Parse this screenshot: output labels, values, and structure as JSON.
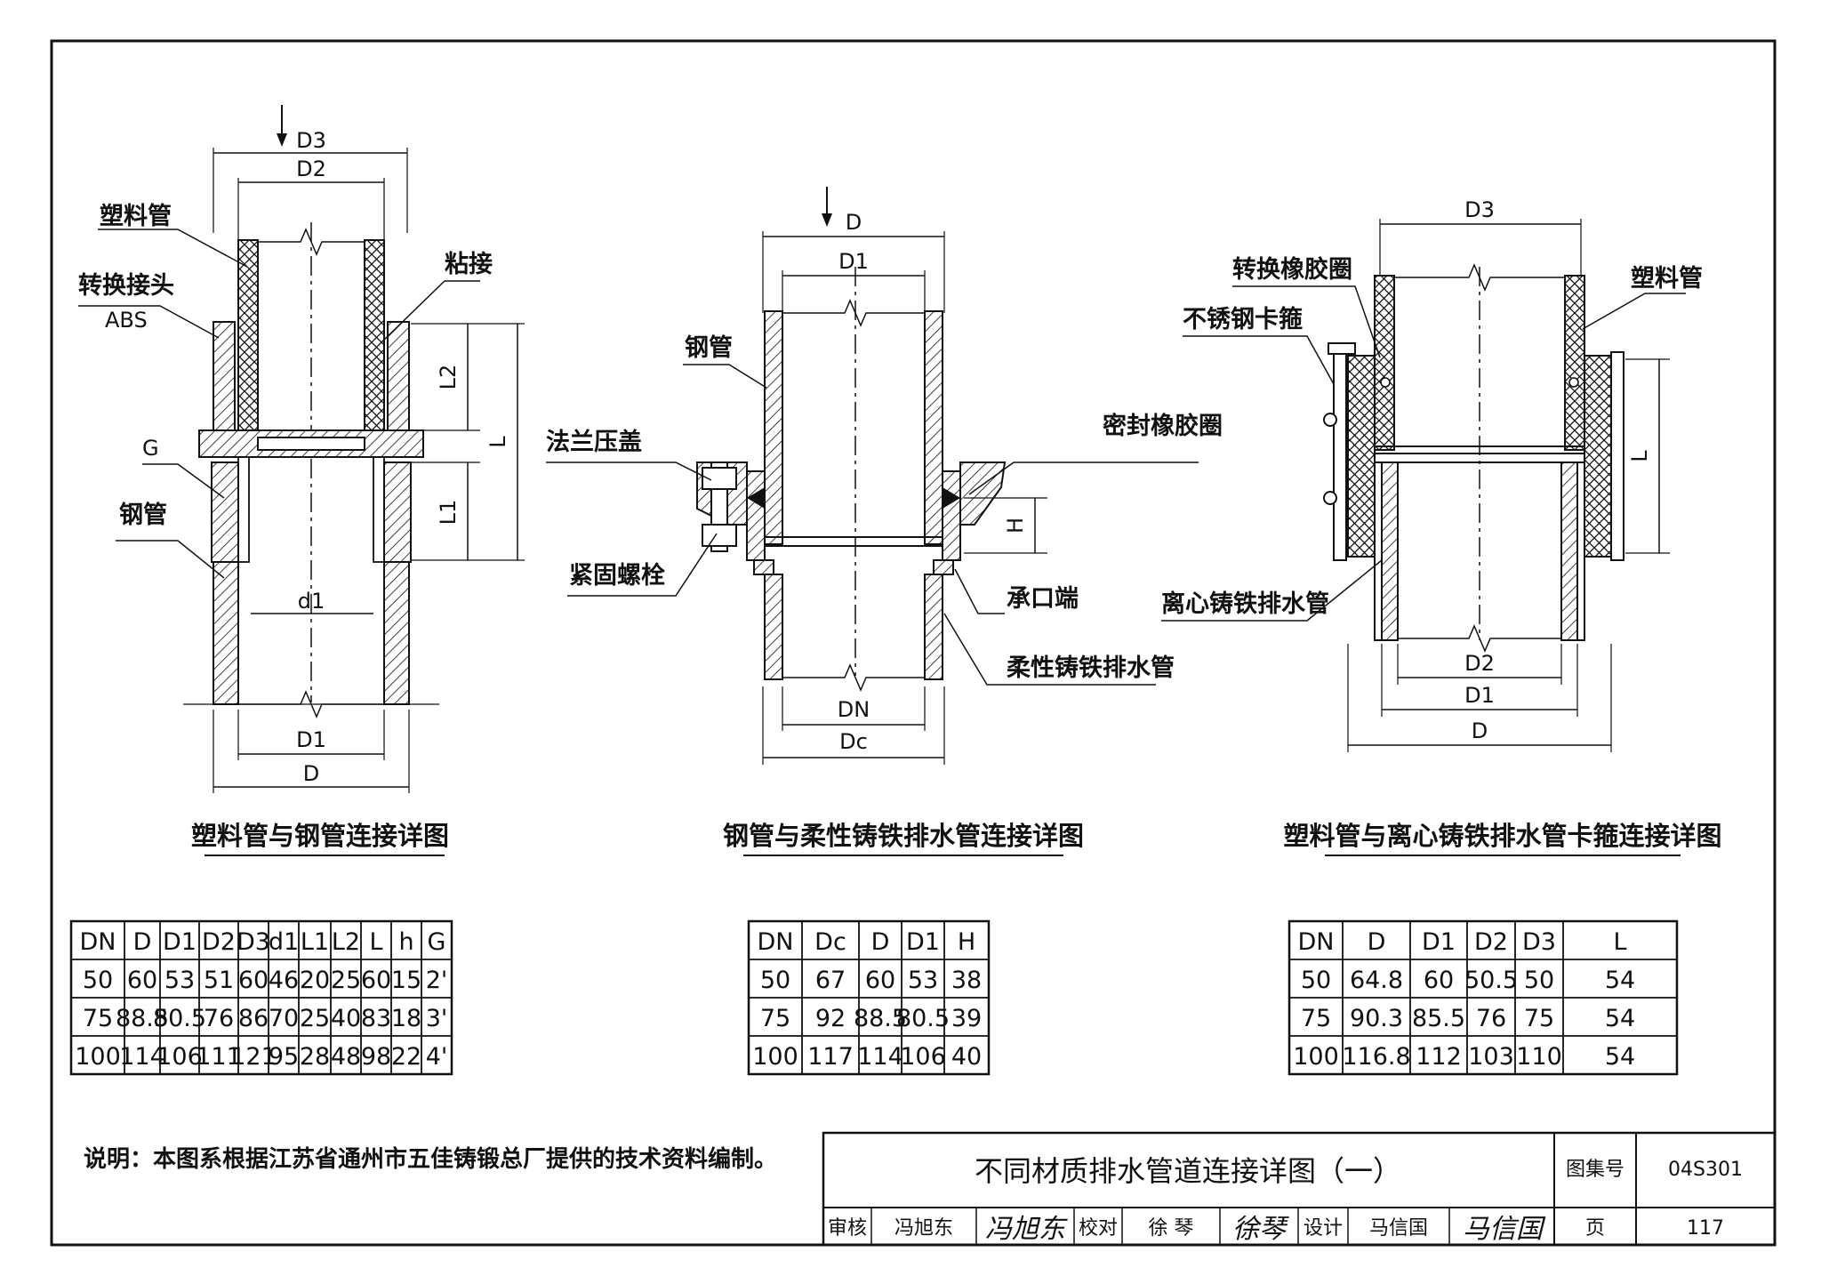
{
  "diagram1": {
    "labels": {
      "plastic_pipe": "塑料管",
      "adapter": "转换接头",
      "adapter_sub": "ABS",
      "glued": "粘接",
      "g": "G",
      "steel_pipe": "钢管"
    },
    "dims": {
      "d3": "D3",
      "d2": "D2",
      "l2": "L2",
      "l": "L",
      "l1": "L1",
      "d1_small": "d1",
      "d1": "D1",
      "d": "D"
    },
    "title": "塑料管与钢管连接详图"
  },
  "diagram2": {
    "labels": {
      "steel_pipe": "钢管",
      "flange_cover": "法兰压盖",
      "bolt": "紧固螺栓",
      "seal_ring": "密封橡胶圈",
      "socket_end": "承口端",
      "flexible_pipe": "柔性铸铁排水管"
    },
    "dims": {
      "d": "D",
      "d1": "D1",
      "h": "H",
      "dn": "DN",
      "dc": "Dc"
    },
    "title": "钢管与柔性铸铁排水管连接详图"
  },
  "diagram3": {
    "labels": {
      "adapter_ring": "转换橡胶圈",
      "clamp": "不锈钢卡箍",
      "plastic_pipe": "塑料管",
      "centrifugal_pipe": "离心铸铁排水管"
    },
    "dims": {
      "d3": "D3",
      "l": "L",
      "d2": "D2",
      "d1": "D1",
      "d": "D"
    },
    "title": "塑料管与离心铸铁排水管卡箍连接详图"
  },
  "table1": {
    "headers": [
      "DN",
      "D",
      "D1",
      "D2",
      "D3",
      "d1",
      "L1",
      "L2",
      "L",
      "h",
      "G"
    ],
    "rows": [
      [
        "50",
        "60",
        "53",
        "51",
        "60",
        "46",
        "20",
        "25",
        "60",
        "15",
        "2'"
      ],
      [
        "75",
        "88.5",
        "80.5",
        "76",
        "86",
        "70",
        "25",
        "40",
        "83",
        "18",
        "3'"
      ],
      [
        "100",
        "114",
        "106",
        "111",
        "121",
        "95",
        "28",
        "48",
        "98",
        "22",
        "4'"
      ]
    ]
  },
  "table2": {
    "headers": [
      "DN",
      "Dc",
      "D",
      "D1",
      "H"
    ],
    "rows": [
      [
        "50",
        "67",
        "60",
        "53",
        "38"
      ],
      [
        "75",
        "92",
        "88.5",
        "80.5",
        "39"
      ],
      [
        "100",
        "117",
        "114",
        "106",
        "40"
      ]
    ]
  },
  "table3": {
    "headers": [
      "DN",
      "D",
      "D1",
      "D2",
      "D3",
      "L"
    ],
    "rows": [
      [
        "50",
        "64.8",
        "60",
        "50.5",
        "50",
        "54"
      ],
      [
        "75",
        "90.3",
        "85.5",
        "76",
        "75",
        "54"
      ],
      [
        "100",
        "116.8",
        "112",
        "103",
        "110",
        "54"
      ]
    ]
  },
  "note": "说明：本图系根据江苏省通州市五佳铸锻总厂提供的技术资料编制。",
  "title_block": {
    "title": "不同材质排水管道连接详图（一）",
    "atlas_label": "图集号",
    "atlas_no": "04S301",
    "review_label": "审核",
    "reviewer": "冯旭东",
    "reviewer_sig": "冯旭东",
    "check_label": "校对",
    "checker": "徐 琴",
    "checker_sig": "徐琴",
    "design_label": "设计",
    "designer": "马信国",
    "designer_sig": "马信国",
    "page_label": "页",
    "page_no": "117"
  },
  "colors": {
    "ink": "#111111",
    "paper": "#ffffff"
  }
}
